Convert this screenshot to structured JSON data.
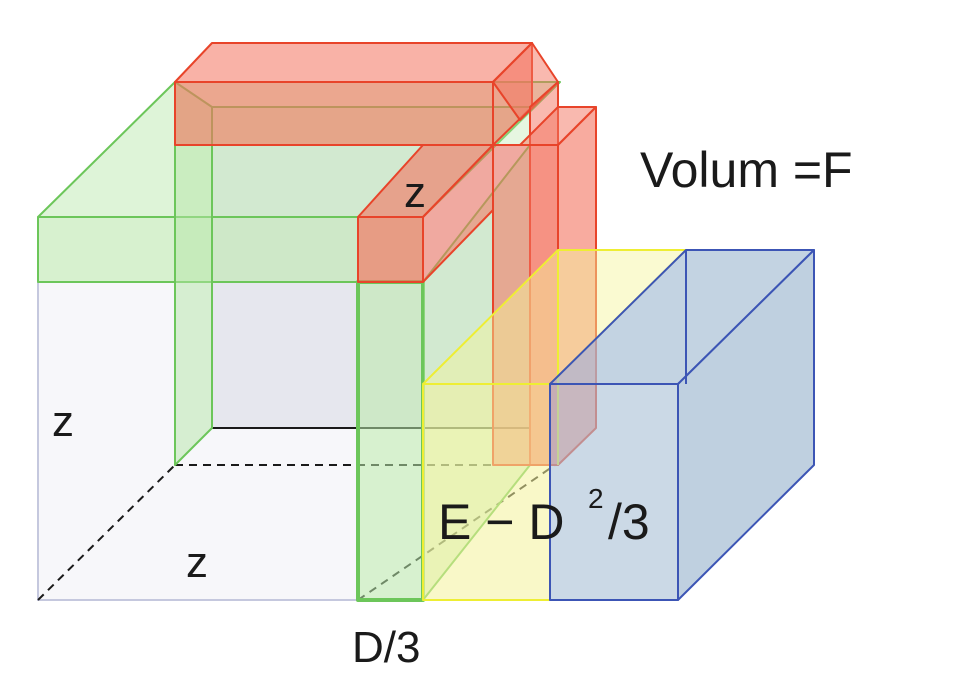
{
  "labels": {
    "volume": "Volum =F",
    "z_top": "z",
    "z_left": "z",
    "z_bottom": "z",
    "d_third": "D/3",
    "expr_base": "E − D",
    "expr_exp": "2",
    "expr_tail": "/3"
  },
  "colors": {
    "green_fill": "#b6e6a8",
    "green_stroke": "#6cc65a",
    "red_fill": "#f4735f",
    "red_stroke": "#e8442a",
    "yellow_fill": "#f4f39a",
    "yellow_stroke": "#eeee33",
    "blue_fill": "#a9c0d6",
    "blue_stroke": "#3c55b5",
    "cube_fill": "#eeeef4",
    "cube_stroke": "#c5c8de",
    "ink": "#1a1a1a"
  }
}
